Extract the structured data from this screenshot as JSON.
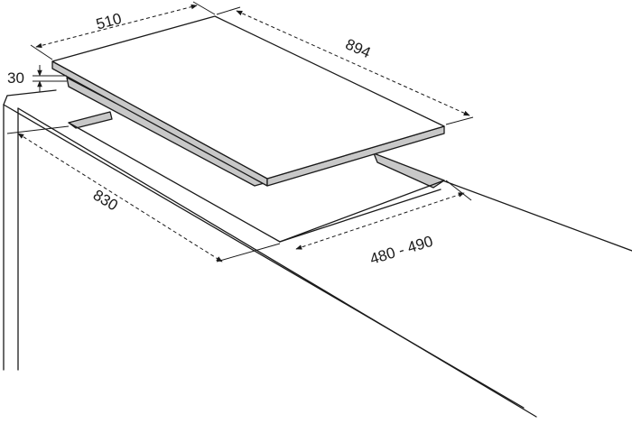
{
  "dimensions": {
    "hob_depth": "510",
    "hob_width": "894",
    "hob_height": "30",
    "cutout_width": "830",
    "cutout_depth": "480 - 490"
  },
  "colors": {
    "line": "#1a1a1a",
    "hob_top": "#ffffff",
    "hob_side": "#c8c8c8",
    "cutout_wall": "#c8c8c8"
  }
}
